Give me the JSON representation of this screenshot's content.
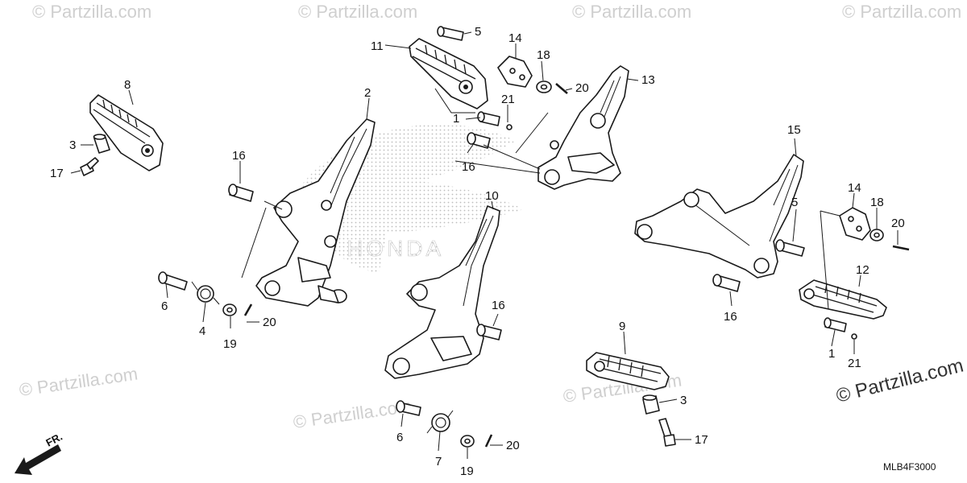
{
  "diagram": {
    "drawing_code": "MLB4F3000",
    "front_indicator": "FR.",
    "watermark_text": "© Partzilla.com",
    "brand_emblem_text": "HONDA",
    "callouts": {
      "c8": "8",
      "c3a": "3",
      "c17a": "17",
      "c11": "11",
      "c5a": "5",
      "c14a": "14",
      "c18a": "18",
      "c20a": "20",
      "c21a": "21",
      "c1a": "1",
      "c16a": "16",
      "c13": "13",
      "c2": "2",
      "c16b": "16",
      "c6a": "6",
      "c4": "4",
      "c19a": "19",
      "c20b": "20",
      "c10": "10",
      "c16c": "16",
      "c6b": "6",
      "c7": "7",
      "c19b": "19",
      "c20c": "20",
      "c15": "15",
      "c14b": "14",
      "c18b": "18",
      "c20d": "20",
      "c5b": "5",
      "c12": "12",
      "c16d": "16",
      "c1b": "1",
      "c21b": "21",
      "c9": "9",
      "c3b": "3",
      "c17b": "17"
    }
  }
}
